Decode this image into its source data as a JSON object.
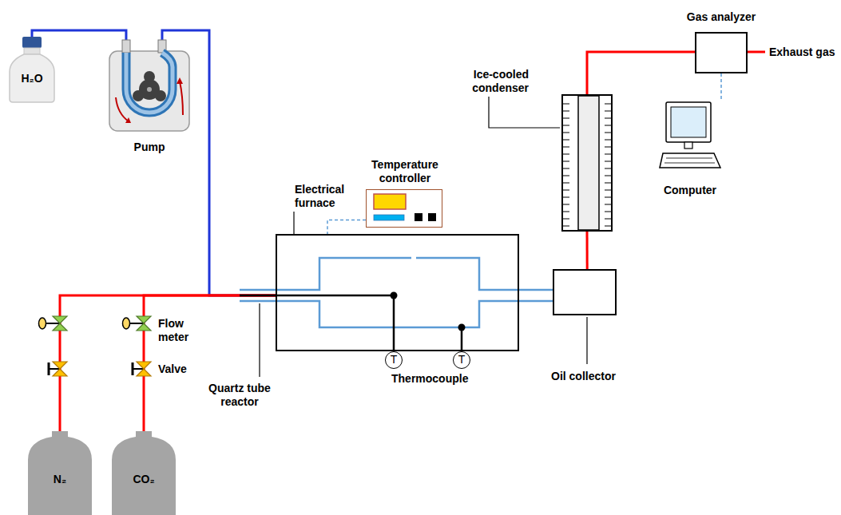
{
  "diagram": {
    "nodes": [
      {
        "text": [
          "H₂O"
        ]
      },
      {
        "text": [
          "Pump"
        ]
      },
      {
        "text": [
          "N₂"
        ]
      },
      {
        "text": [
          "CO₂"
        ]
      },
      {
        "text": [
          "Temperature controller"
        ]
      },
      {
        "text": [
          "Electrical furnace"
        ]
      },
      {
        "text": [
          "T"
        ]
      },
      {
        "text": [
          "T"
        ]
      },
      {
        "text": [
          "Oil collector"
        ]
      },
      {
        "text": [
          "Ice-cooled condenser"
        ]
      },
      {
        "text": [
          "Gas analyzer"
        ]
      },
      {
        "text": [
          "Computer"
        ]
      }
    ],
    "edges": [
      {
        "from": 0,
        "to": 1,
        "arrow": "none"
      },
      {
        "from": 1,
        "to": 5,
        "arrow": "none"
      },
      {
        "from": 2,
        "to": 5,
        "arrow": "none"
      },
      {
        "from": 3,
        "to": 5,
        "arrow": "none"
      },
      {
        "from": 4,
        "to": 5,
        "arrow": "none"
      },
      {
        "from": 5,
        "to": 8,
        "arrow": "none"
      },
      {
        "from": 8,
        "to": 9,
        "arrow": "none"
      },
      {
        "from": 9,
        "to": 10,
        "arrow": "none"
      },
      {
        "from": 10,
        "to": 11,
        "arrow": "none"
      }
    ],
    "labels": [
      "Flow meter",
      "Valve",
      "Quartz tube reactor",
      "Thermocouple",
      "Exhaust gas"
    ]
  }
}
